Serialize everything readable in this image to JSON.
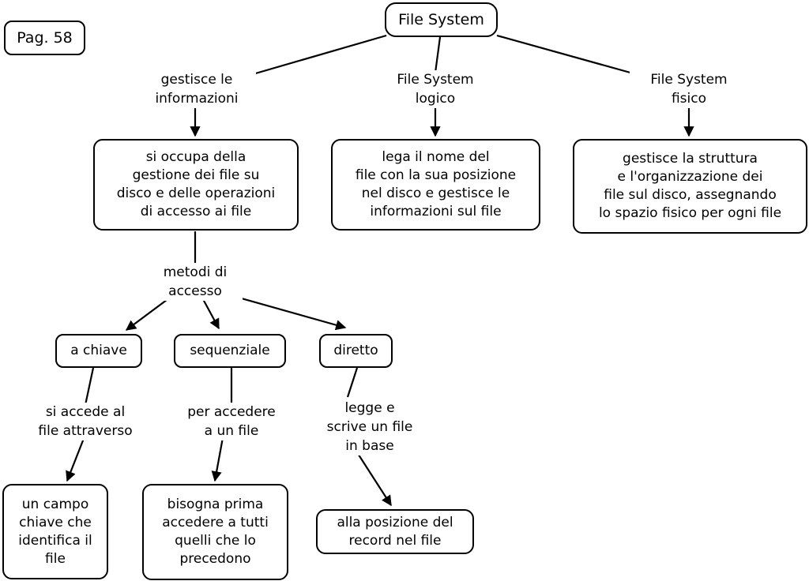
{
  "page": {
    "title": "File System",
    "background_color": "#ffffff",
    "line_color": "#000000",
    "text_color": "#000000"
  },
  "page_marker": {
    "label": "Pag. 58"
  },
  "nodes": {
    "root": {
      "label": "File System"
    },
    "fs_info": {
      "label": "si occupa della\ngestione dei file su\ndisco e delle operazioni\ndi accesso ai file"
    },
    "fs_logico": {
      "label": "lega il nome del\nfile con la sua posizione\nnel disco e gestisce le\ninformazioni sul file"
    },
    "fs_fisico": {
      "label": "gestisce la struttura\ne l'organizzazione dei\nfile sul disco, assegnando\nlo spazio fisico per ogni file"
    },
    "a_chiave": {
      "label": "a chiave"
    },
    "sequenziale": {
      "label": "sequenziale"
    },
    "diretto": {
      "label": "diretto"
    },
    "campo_chiave": {
      "label": "un campo\nchiave che\nidentifica il\nfile"
    },
    "bisogna_prima": {
      "label": "bisogna prima\naccedere a tutti\nquelli che lo\nprecedono"
    },
    "alla_posizione": {
      "label": "alla posizione del\nrecord nel file"
    }
  },
  "edge_labels": {
    "gestisce_le_informazioni": {
      "label": "gestisce le\ninformazioni"
    },
    "file_system_logico": {
      "label": "File System\nlogico"
    },
    "file_system_fisico": {
      "label": "File System\nfisico"
    },
    "metodi_di_accesso": {
      "label": "metodi di\naccesso"
    },
    "si_accede": {
      "label": "si accede al\nfile attraverso"
    },
    "per_accedere": {
      "label": "per accedere\na un file"
    },
    "legge_e_scrive": {
      "label": "legge e\nscrive un file\nin base"
    }
  }
}
